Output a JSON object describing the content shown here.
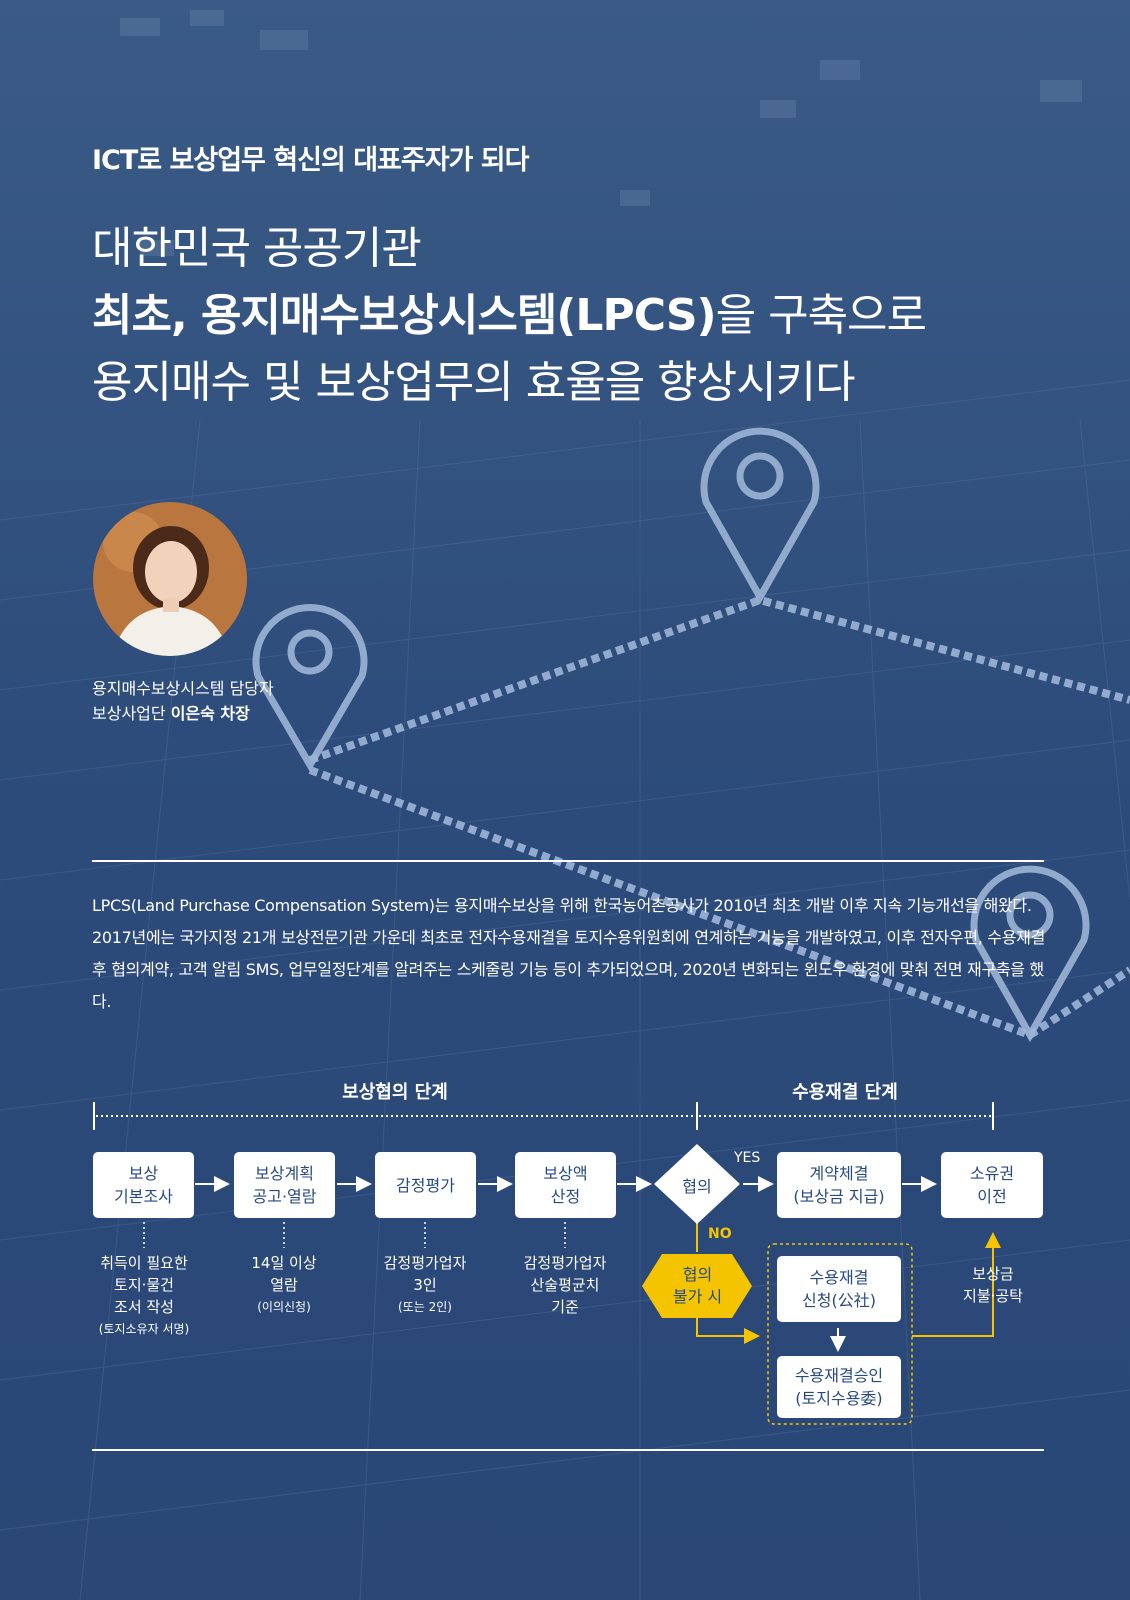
{
  "kicker": "ICT로 보상업무 혁신의 대표주자가 되다",
  "headline": {
    "line1": "대한민국 공공기관",
    "line2_bold": "최초, 용지매수보상시스템(LPCS)",
    "line2_rest": "을 구축으로",
    "line3": "용지매수 및 보상업무의 효율을 향상시키다"
  },
  "person": {
    "role": "용지매수보상시스템 담당자",
    "dept": "보상사업단",
    "name": "이은숙 차장"
  },
  "body": "LPCS(Land Purchase Compensation System)는 용지매수보상을 위해 한국농어촌공사가 2010년 최초 개발 이후 지속 기능개선을 해왔다. 2017년에는 국가지정 21개 보상전문기관 가운데 최초로 전자수용재결을 토지수용위원회에 연계하는 기능을 개발하였고, 이후 전자우편, 수용재결 후 협의계약, 고객 알림 SMS, 업무일정단계를 알려주는 스케줄링 기능 등이 추가되었으며, 2020년 변화되는 윈도우 환경에 맞춰 전면 재구축을 했다.",
  "flow": {
    "stage1": "보상협의 단계",
    "stage2": "수용재결 단계",
    "steps": [
      {
        "label": "보상\n기본조사",
        "note": "취득이 필요한\n토지·물건\n조서 작성",
        "note_small": "(토지소유자 서명)"
      },
      {
        "label": "보상계획\n공고·열람",
        "note": "14일 이상\n열람",
        "note_small": "(이의신청)"
      },
      {
        "label": "감정평가",
        "note": "감정평가업자\n3인",
        "note_small": "(또는 2인)"
      },
      {
        "label": "보상액\n산정",
        "note": "감정평가업자\n산술평균치\n기준",
        "note_small": ""
      }
    ],
    "decision": "협의",
    "yes": "YES",
    "no": "NO",
    "fail": "협의\n불가 시",
    "contract": "계약체결\n(보상금 지급)",
    "ownership": "소유권\n이전",
    "apply": "수용재결\n신청(公社)",
    "approve": "수용재결승인\n(토지수용委)",
    "payment": "보상금\n지불·공탁"
  },
  "colors": {
    "background": "#2d4c7a",
    "box_text": "#274a84",
    "accent_yellow": "#f4c400"
  }
}
